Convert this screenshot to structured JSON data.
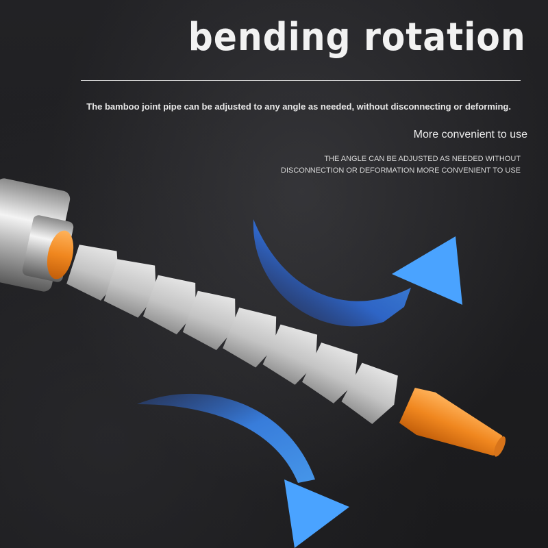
{
  "headline": {
    "title": "bending rotation",
    "subtitle": "The bamboo joint pipe can be adjusted to any angle as needed, without disconnecting or deforming.",
    "section_heading": "More convenient to use",
    "description_line1": "THE ANGLE CAN BE ADJUSTED AS NEEDED WITHOUT",
    "description_line2": "DISCONNECTION OR DEFORMATION MORE CONVENIENT TO USE"
  },
  "colors": {
    "background": "#1c1c1e",
    "arrow_blue": "#3b8cf0",
    "nozzle_orange": "#f08a24",
    "pipe_gray": "#c9c9c9"
  },
  "icons": [
    "curved-arrow-icon",
    "curved-arrow-icon"
  ]
}
